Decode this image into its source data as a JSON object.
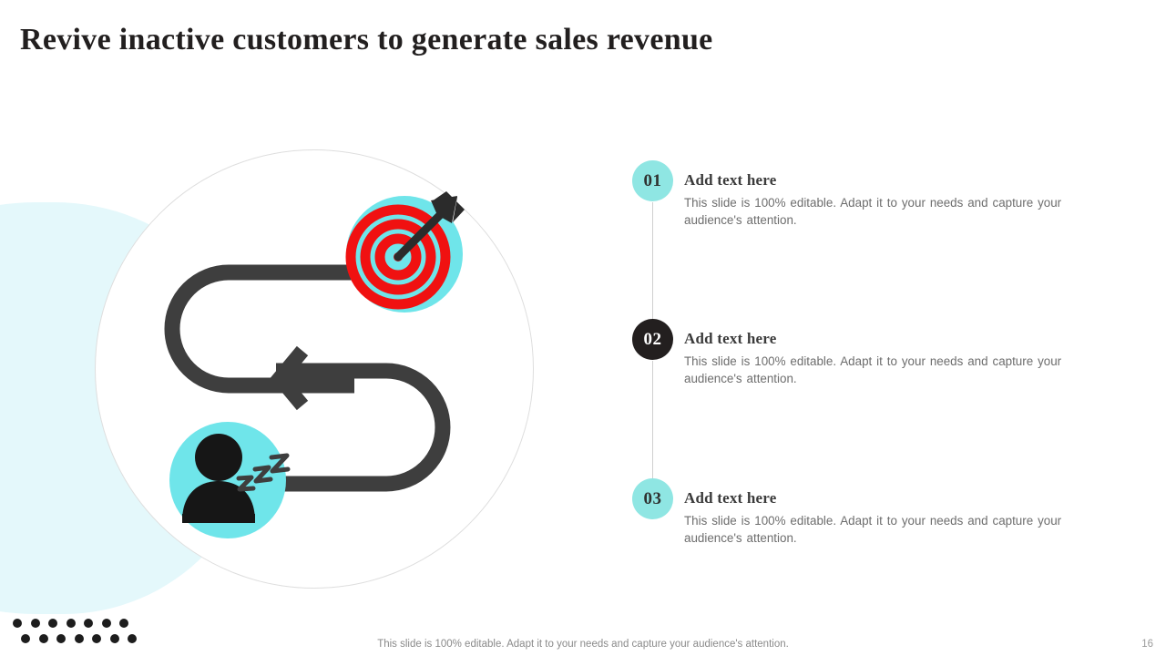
{
  "slide": {
    "title": "Revive inactive customers to generate sales revenue",
    "page_number": "16",
    "footer_note": "This slide is 100% editable. Adapt it to your needs and capture your audience's attention.",
    "accent_color": "#6fe5ea",
    "badge_color": "#8fe6e3",
    "dark_color": "#231f1f",
    "blob_color": "#e4f8fb",
    "target_color": "#f01111",
    "body_text_color": "#6d6d6d"
  },
  "illustration": {
    "name": "inactive-customer-journey-diagram",
    "sleep_label": "zzz",
    "sleeping_icon_name": "sleeping-person-icon",
    "target_icon_name": "target-with-arrow-icon",
    "path_icon_name": "s-curve-path",
    "arrow_icon_name": "left-chevron-arrow-icon"
  },
  "items": [
    {
      "number": "01",
      "heading": "Add text here",
      "body": "This slide is 100% editable. Adapt it to your needs and capture your audience's attention.",
      "style": "cyan"
    },
    {
      "number": "02",
      "heading": "Add text here",
      "body": "This slide is 100% editable. Adapt it to your needs and capture your audience's attention.",
      "style": "dark"
    },
    {
      "number": "03",
      "heading": "Add text here",
      "body": "This slide is 100% editable. Adapt it to your needs and capture your audience's attention.",
      "style": "cyan"
    }
  ],
  "dot_grid": {
    "rows": 2,
    "columns": 7
  }
}
